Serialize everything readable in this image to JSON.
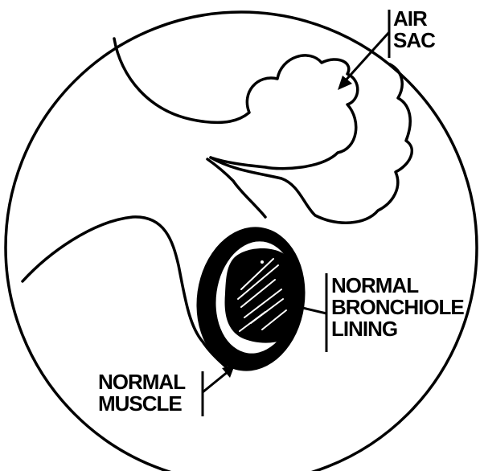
{
  "labels": {
    "air_sac": {
      "line1": "AIR",
      "line2": "SAC"
    },
    "bronchiole_lining": {
      "line1": "NORMAL",
      "line2": "BRONCHIOLE",
      "line3": "LINING"
    },
    "muscle": {
      "line1": "NORMAL",
      "line2": "MUSCLE"
    }
  },
  "colors": {
    "ink": "#000000",
    "background": "#ffffff"
  }
}
